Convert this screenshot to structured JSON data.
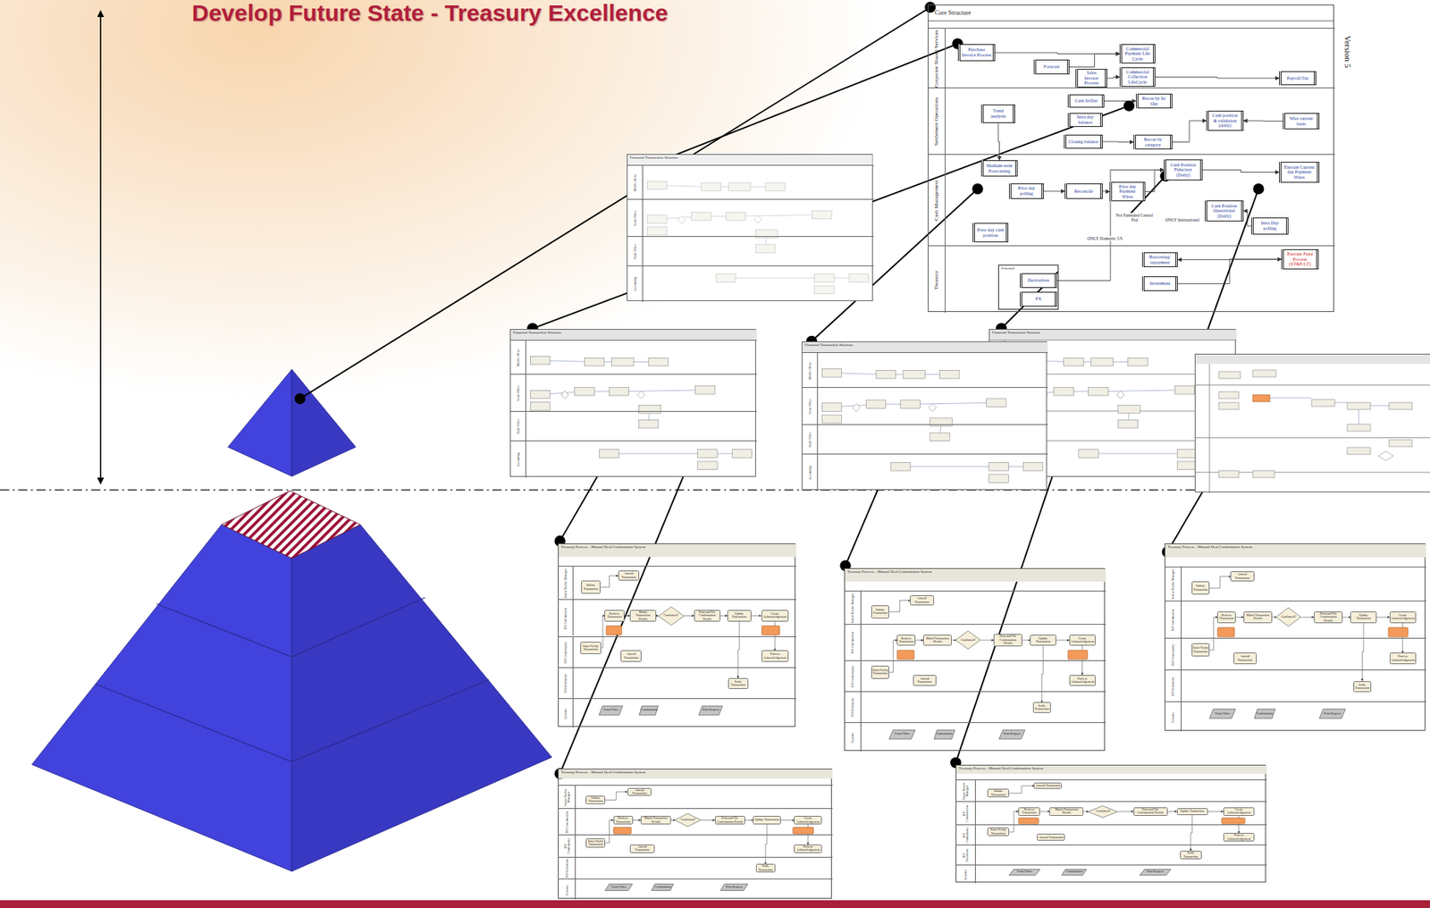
{
  "diagram": {
    "title": "Develop Future State - Treasury Excellence",
    "nodes": [
      {
        "text": [
          "Core Structure"
        ]
      },
      {
        "text": [
          "Corporate Shared Services"
        ],
        "in": 0
      },
      {
        "text": [
          "Settlement Operations"
        ],
        "in": 0
      },
      {
        "text": [
          "Cash Management"
        ],
        "in": 0
      },
      {
        "text": [
          "Treasury"
        ],
        "in": 0
      },
      {
        "text": [
          "Purchase Invoice Process"
        ],
        "in": 1
      },
      {
        "text": [
          "Forecast"
        ],
        "in": 1
      },
      {
        "text": [
          "Commercial Payment Life Cycle"
        ],
        "in": 1
      },
      {
        "text": [
          "Sales Invoice Process"
        ],
        "in": 1
      },
      {
        "text": [
          "Commercial Collection LifeCycle"
        ],
        "in": 1
      },
      {
        "text": [
          "Payroll/Tax"
        ],
        "in": 1
      },
      {
        "text": [
          "Trend analysis"
        ],
        "in": 2
      },
      {
        "text": [
          "Cash In/Out"
        ],
        "in": 2
      },
      {
        "text": [
          "Recon by In/ Out"
        ],
        "in": 2
      },
      {
        "text": [
          "Intra day balance"
        ],
        "in": 2
      },
      {
        "text": [
          "Closing balance"
        ],
        "in": 2
      },
      {
        "text": [
          "Recon by category"
        ],
        "in": 2
      },
      {
        "text": [
          "Cash position & validation (daily)"
        ],
        "in": 2
      },
      {
        "text": [
          "Wire current basis"
        ],
        "in": 2
      },
      {
        "text": [
          "Medium-term Forecasting"
        ],
        "in": 3
      },
      {
        "text": [
          "Prior day polling"
        ],
        "in": 3
      },
      {
        "text": [
          "Reconcile"
        ],
        "in": 3
      },
      {
        "text": [
          "Prior day Payment Wires"
        ],
        "in": 3
      },
      {
        "text": [
          "Cash Position Fiduciary (Daily)"
        ],
        "in": 3
      },
      {
        "text": [
          "Execute Current day Payment Wires"
        ],
        "in": 3
      },
      {
        "text": [
          "Cash Position Operational (Daily)"
        ],
        "in": 3
      },
      {
        "text": [
          "Intra Day polling"
        ],
        "in": 3
      },
      {
        "text": [
          "Prior day cash position"
        ],
        "in": 3
      },
      {
        "text": [
          "Borrowing/ repayment"
        ],
        "in": 4
      },
      {
        "text": [
          "Investment"
        ],
        "in": 4
      },
      {
        "text": [
          "Execute Fund Process (ST&E/LT)"
        ],
        "in": 4
      },
      {
        "text": [
          "External"
        ],
        "in": 4
      },
      {
        "text": [
          "Derivatives"
        ],
        "in": 31
      },
      {
        "text": [
          "FX"
        ],
        "in": 31
      },
      {
        "text": [
          "Financial Transaction Structure"
        ]
      },
      {
        "text": [
          "Middle Office"
        ],
        "in": 34
      },
      {
        "text": [
          "Front Office"
        ],
        "in": 34
      },
      {
        "text": [
          "Back Office"
        ],
        "in": 34
      },
      {
        "text": [
          "Accounting"
        ],
        "in": 34
      },
      {
        "text": [
          "Financial Transaction Structure"
        ]
      },
      {
        "text": [
          "Middle Office"
        ],
        "in": 39
      },
      {
        "text": [
          "Front Office"
        ],
        "in": 39
      },
      {
        "text": [
          "Back Office"
        ],
        "in": 39
      },
      {
        "text": [
          "Accounting"
        ],
        "in": 39
      },
      {
        "text": [
          "Financial Transaction Structure"
        ]
      },
      {
        "text": [
          "Financial Transaction Structure"
        ]
      },
      {
        "text": [
          "Middle Office"
        ],
        "in": 45
      },
      {
        "text": [
          "Front Office"
        ],
        "in": 45
      },
      {
        "text": [
          "Back Office"
        ],
        "in": 45
      },
      {
        "text": [
          "Accounting"
        ],
        "in": 45
      },
      {
        "text": [
          "Treasury Process – Manual Deal Confirmation System"
        ]
      },
      {
        "text": [
          "Senior Trader/ Manager"
        ],
        "in": 50
      },
      {
        "text": [
          "BO-Confirmation"
        ],
        "in": 50
      },
      {
        "text": [
          "BO-Counterparty"
        ],
        "in": 50
      },
      {
        "text": [
          "BO-Settlement"
        ],
        "in": 50
      },
      {
        "text": [
          "Systems"
        ],
        "in": 50
      },
      {
        "text": [
          "Initiate Transaction"
        ],
        "in": 50
      },
      {
        "text": [
          "Amend Transaction"
        ],
        "in": 50
      },
      {
        "text": [
          "Retrieve Transaction"
        ],
        "in": 50
      },
      {
        "text": [
          "Match Transaction Details"
        ],
        "in": 50
      },
      {
        "text": [
          "Confirmed?"
        ],
        "in": 50
      },
      {
        "text": [
          "Print and File Confirmation Details"
        ],
        "in": 50
      },
      {
        "text": [
          "Update Transaction"
        ],
        "in": 50
      },
      {
        "text": [
          "Create Acknowledgement"
        ],
        "in": 50
      },
      {
        "text": [
          "Enter/Verify Transaction"
        ],
        "in": 50
      },
      {
        "text": [
          "Amend Transaction"
        ],
        "in": 50
      },
      {
        "text": [
          "Process Acknowledgement"
        ],
        "in": 50
      },
      {
        "text": [
          "Settle Transaction"
        ],
        "in": 50
      },
      {
        "text": [
          "Front Office"
        ],
        "in": 50
      },
      {
        "text": [
          "Confirmation"
        ],
        "in": 50
      },
      {
        "text": [
          "Print Request"
        ],
        "in": 50
      },
      {
        "text": [
          "Treasury Process – Manual Deal Confirmation System"
        ]
      },
      {
        "text": [
          "Senior Trader/ Manager"
        ],
        "in": 71
      },
      {
        "text": [
          "BO-Confirmation"
        ],
        "in": 71
      },
      {
        "text": [
          "BO-Counterparty"
        ],
        "in": 71
      },
      {
        "text": [
          "BO-Settlement"
        ],
        "in": 71
      },
      {
        "text": [
          "Systems"
        ],
        "in": 71
      },
      {
        "text": [
          "Initiate Transaction"
        ],
        "in": 71
      },
      {
        "text": [
          "Amend Transaction"
        ],
        "in": 71
      },
      {
        "text": [
          "Retrieve Transaction"
        ],
        "in": 71
      },
      {
        "text": [
          "Match Transaction Details"
        ],
        "in": 71
      },
      {
        "text": [
          "Confirmed?"
        ],
        "in": 71
      },
      {
        "text": [
          "Print and File Confirmation Details"
        ],
        "in": 71
      },
      {
        "text": [
          "Update Transaction"
        ],
        "in": 71
      },
      {
        "text": [
          "Create Acknowledgement"
        ],
        "in": 71
      },
      {
        "text": [
          "Enter/Verify Transaction"
        ],
        "in": 71
      },
      {
        "text": [
          "Amend Transaction"
        ],
        "in": 71
      },
      {
        "text": [
          "Process Acknowledgement"
        ],
        "in": 71
      },
      {
        "text": [
          "Settle Transaction"
        ],
        "in": 71
      },
      {
        "text": [
          "Front Office"
        ],
        "in": 71
      },
      {
        "text": [
          "Confirmation"
        ],
        "in": 71
      },
      {
        "text": [
          "Print Request"
        ],
        "in": 71
      },
      {
        "text": [
          "Treasury Process – Manual Deal Confirmation System"
        ]
      },
      {
        "text": [
          "Senior Trader/ Manager"
        ],
        "in": 92
      },
      {
        "text": [
          "BO-Confirmation"
        ],
        "in": 92
      },
      {
        "text": [
          "BO-Counterparty"
        ],
        "in": 92
      },
      {
        "text": [
          "BO-Settlement"
        ],
        "in": 92
      },
      {
        "text": [
          "Systems"
        ],
        "in": 92
      },
      {
        "text": [
          "Initiate Transaction"
        ],
        "in": 92
      },
      {
        "text": [
          "Amend Transaction"
        ],
        "in": 92
      },
      {
        "text": [
          "Retrieve Transaction"
        ],
        "in": 92
      },
      {
        "text": [
          "Match Transaction Details"
        ],
        "in": 92
      },
      {
        "text": [
          "Confirmed?"
        ],
        "in": 92
      },
      {
        "text": [
          "Print and File Confirmation Details"
        ],
        "in": 92
      },
      {
        "text": [
          "Update Transaction"
        ],
        "in": 92
      },
      {
        "text": [
          "Create Acknowledgement"
        ],
        "in": 92
      },
      {
        "text": [
          "Enter/Verify Transaction"
        ],
        "in": 92
      },
      {
        "text": [
          "Amend Transaction"
        ],
        "in": 92
      },
      {
        "text": [
          "Process Acknowledgement"
        ],
        "in": 92
      },
      {
        "text": [
          "Settle Transaction"
        ],
        "in": 92
      },
      {
        "text": [
          "Front Office"
        ],
        "in": 92
      },
      {
        "text": [
          "Confirmation"
        ],
        "in": 92
      },
      {
        "text": [
          "Print Request"
        ],
        "in": 92
      },
      {
        "text": [
          "Treasury Process – Manual Deal Confirmation System"
        ]
      },
      {
        "text": [
          "Senior Trader/ Manager"
        ],
        "in": 113
      },
      {
        "text": [
          "BO-Confirmation"
        ],
        "in": 113
      },
      {
        "text": [
          "BO-Counterparty"
        ],
        "in": 113
      },
      {
        "text": [
          "BO-Settlement"
        ],
        "in": 113
      },
      {
        "text": [
          "Systems"
        ],
        "in": 113
      },
      {
        "text": [
          "Initiate Transaction"
        ],
        "in": 113
      },
      {
        "text": [
          "Amend Transaction"
        ],
        "in": 113
      },
      {
        "text": [
          "Retrieve Transaction"
        ],
        "in": 113
      },
      {
        "text": [
          "Match Transaction Details"
        ],
        "in": 113
      },
      {
        "text": [
          "Confirmed?"
        ],
        "in": 113
      },
      {
        "text": [
          "Print and File Confirmation Details"
        ],
        "in": 113
      },
      {
        "text": [
          "Update Transaction"
        ],
        "in": 113
      },
      {
        "text": [
          "Create Acknowledgement"
        ],
        "in": 113
      },
      {
        "text": [
          "Enter/Verify Transaction"
        ],
        "in": 113
      },
      {
        "text": [
          "Amend Transaction"
        ],
        "in": 113
      },
      {
        "text": [
          "Process Acknowledgement"
        ],
        "in": 113
      },
      {
        "text": [
          "Settle Transaction"
        ],
        "in": 113
      },
      {
        "text": [
          "Front Office"
        ],
        "in": 113
      },
      {
        "text": [
          "Confirmation"
        ],
        "in": 113
      },
      {
        "text": [
          "Print Request"
        ],
        "in": 113
      },
      {
        "text": [
          "Treasury Process – Manual Deal Confirmation System"
        ]
      },
      {
        "text": [
          "Senior Trader/ Manager"
        ],
        "in": 134
      },
      {
        "text": [
          "BO-Confirmation"
        ],
        "in": 134
      },
      {
        "text": [
          "BO-Counterparty"
        ],
        "in": 134
      },
      {
        "text": [
          "BO-Settlement"
        ],
        "in": 134
      },
      {
        "text": [
          "Systems"
        ],
        "in": 134
      },
      {
        "text": [
          "Initiate Transaction"
        ],
        "in": 134
      },
      {
        "text": [
          "Amend Transaction"
        ],
        "in": 134
      },
      {
        "text": [
          "Retrieve Transaction"
        ],
        "in": 134
      },
      {
        "text": [
          "Match Transaction Details"
        ],
        "in": 134
      },
      {
        "text": [
          "Confirmed?"
        ],
        "in": 134
      },
      {
        "text": [
          "Print and File Confirmation Details"
        ],
        "in": 134
      },
      {
        "text": [
          "Update Transaction"
        ],
        "in": 134
      },
      {
        "text": [
          "Create Acknowledgement"
        ],
        "in": 134
      },
      {
        "text": [
          "Enter/Verify Transaction"
        ],
        "in": 134
      },
      {
        "text": [
          "Amend Transaction"
        ],
        "in": 134
      },
      {
        "text": [
          "Process Acknowledgement"
        ],
        "in": 134
      },
      {
        "text": [
          "Settle Transaction"
        ],
        "in": 134
      },
      {
        "text": [
          "Front Office"
        ],
        "in": 134
      },
      {
        "text": [
          "Confirmation"
        ],
        "in": 134
      },
      {
        "text": [
          "Print Request"
        ],
        "in": 134
      }
    ],
    "edges": [
      {
        "from": 5,
        "to": 7,
        "arrow": "to"
      },
      {
        "from": 6,
        "to": 7,
        "arrow": "to"
      },
      {
        "from": 8,
        "to": 9,
        "arrow": "to"
      },
      {
        "from": 9,
        "to": 10,
        "arrow": "to"
      },
      {
        "from": 12,
        "to": 13,
        "arrow": "to"
      },
      {
        "from": 15,
        "to": 16,
        "arrow": "to"
      },
      {
        "from": 16,
        "to": 17,
        "arrow": "to"
      },
      {
        "from": 18,
        "to": 17,
        "arrow": "to"
      },
      {
        "from": 11,
        "to": 19,
        "arrow": "to"
      },
      {
        "from": 20,
        "to": 21,
        "arrow": "to"
      },
      {
        "from": 21,
        "to": 22,
        "arrow": "to"
      },
      {
        "from": 22,
        "to": 23,
        "arrow": "to"
      },
      {
        "from": 23,
        "to": 24,
        "arrow": "to"
      },
      {
        "from": 26,
        "to": 25,
        "arrow": "to"
      },
      {
        "from": 30,
        "to": 28,
        "arrow": "to"
      },
      {
        "from": 29,
        "to": 30,
        "arrow": "to"
      },
      {
        "from": 32,
        "to": 23,
        "arrow": "to"
      },
      {
        "from": 58,
        "to": 59,
        "arrow": "to"
      },
      {
        "from": 59,
        "to": 60,
        "arrow": "to"
      },
      {
        "from": 60,
        "to": 61,
        "arrow": "to"
      },
      {
        "from": 61,
        "to": 62,
        "arrow": "to"
      },
      {
        "from": 62,
        "to": 63,
        "arrow": "to"
      },
      {
        "from": 63,
        "to": 66,
        "arrow": "to"
      },
      {
        "from": 62,
        "to": 67,
        "arrow": "to"
      },
      {
        "from": 64,
        "to": 58,
        "arrow": "to"
      },
      {
        "from": 56,
        "to": 57,
        "arrow": "to"
      },
      {
        "from": 79,
        "to": 80,
        "arrow": "to"
      },
      {
        "from": 80,
        "to": 81,
        "arrow": "to"
      },
      {
        "from": 81,
        "to": 82,
        "arrow": "to"
      },
      {
        "from": 82,
        "to": 83,
        "arrow": "to"
      },
      {
        "from": 83,
        "to": 84,
        "arrow": "to"
      },
      {
        "from": 84,
        "to": 87,
        "arrow": "to"
      },
      {
        "from": 83,
        "to": 88,
        "arrow": "to"
      },
      {
        "from": 85,
        "to": 79,
        "arrow": "to"
      },
      {
        "from": 77,
        "to": 78,
        "arrow": "to"
      },
      {
        "from": 100,
        "to": 101,
        "arrow": "to"
      },
      {
        "from": 101,
        "to": 102,
        "arrow": "to"
      },
      {
        "from": 102,
        "to": 103,
        "arrow": "to"
      },
      {
        "from": 103,
        "to": 104,
        "arrow": "to"
      },
      {
        "from": 104,
        "to": 105,
        "arrow": "to"
      },
      {
        "from": 105,
        "to": 108,
        "arrow": "to"
      },
      {
        "from": 104,
        "to": 109,
        "arrow": "to"
      },
      {
        "from": 106,
        "to": 100,
        "arrow": "to"
      },
      {
        "from": 98,
        "to": 99,
        "arrow": "to"
      },
      {
        "from": 121,
        "to": 122,
        "arrow": "to"
      },
      {
        "from": 122,
        "to": 123,
        "arrow": "to"
      },
      {
        "from": 123,
        "to": 124,
        "arrow": "to"
      },
      {
        "from": 124,
        "to": 125,
        "arrow": "to"
      },
      {
        "from": 125,
        "to": 126,
        "arrow": "to"
      },
      {
        "from": 126,
        "to": 129,
        "arrow": "to"
      },
      {
        "from": 125,
        "to": 130,
        "arrow": "to"
      },
      {
        "from": 127,
        "to": 121,
        "arrow": "to"
      },
      {
        "from": 119,
        "to": 120,
        "arrow": "to"
      },
      {
        "from": 142,
        "to": 143,
        "arrow": "to"
      },
      {
        "from": 143,
        "to": 144,
        "arrow": "to"
      },
      {
        "from": 144,
        "to": 145,
        "arrow": "to"
      },
      {
        "from": 145,
        "to": 146,
        "arrow": "to"
      },
      {
        "from": 146,
        "to": 147,
        "arrow": "to"
      },
      {
        "from": 147,
        "to": 150,
        "arrow": "to"
      },
      {
        "from": 146,
        "to": 151,
        "arrow": "to"
      },
      {
        "from": 148,
        "to": 142,
        "arrow": "to"
      },
      {
        "from": 140,
        "to": 141,
        "arrow": "to"
      }
    ],
    "labels": [
      "Version 5",
      "Not Extended Central Fed",
      "ONLY International",
      "ONLY Domestic US"
    ]
  }
}
